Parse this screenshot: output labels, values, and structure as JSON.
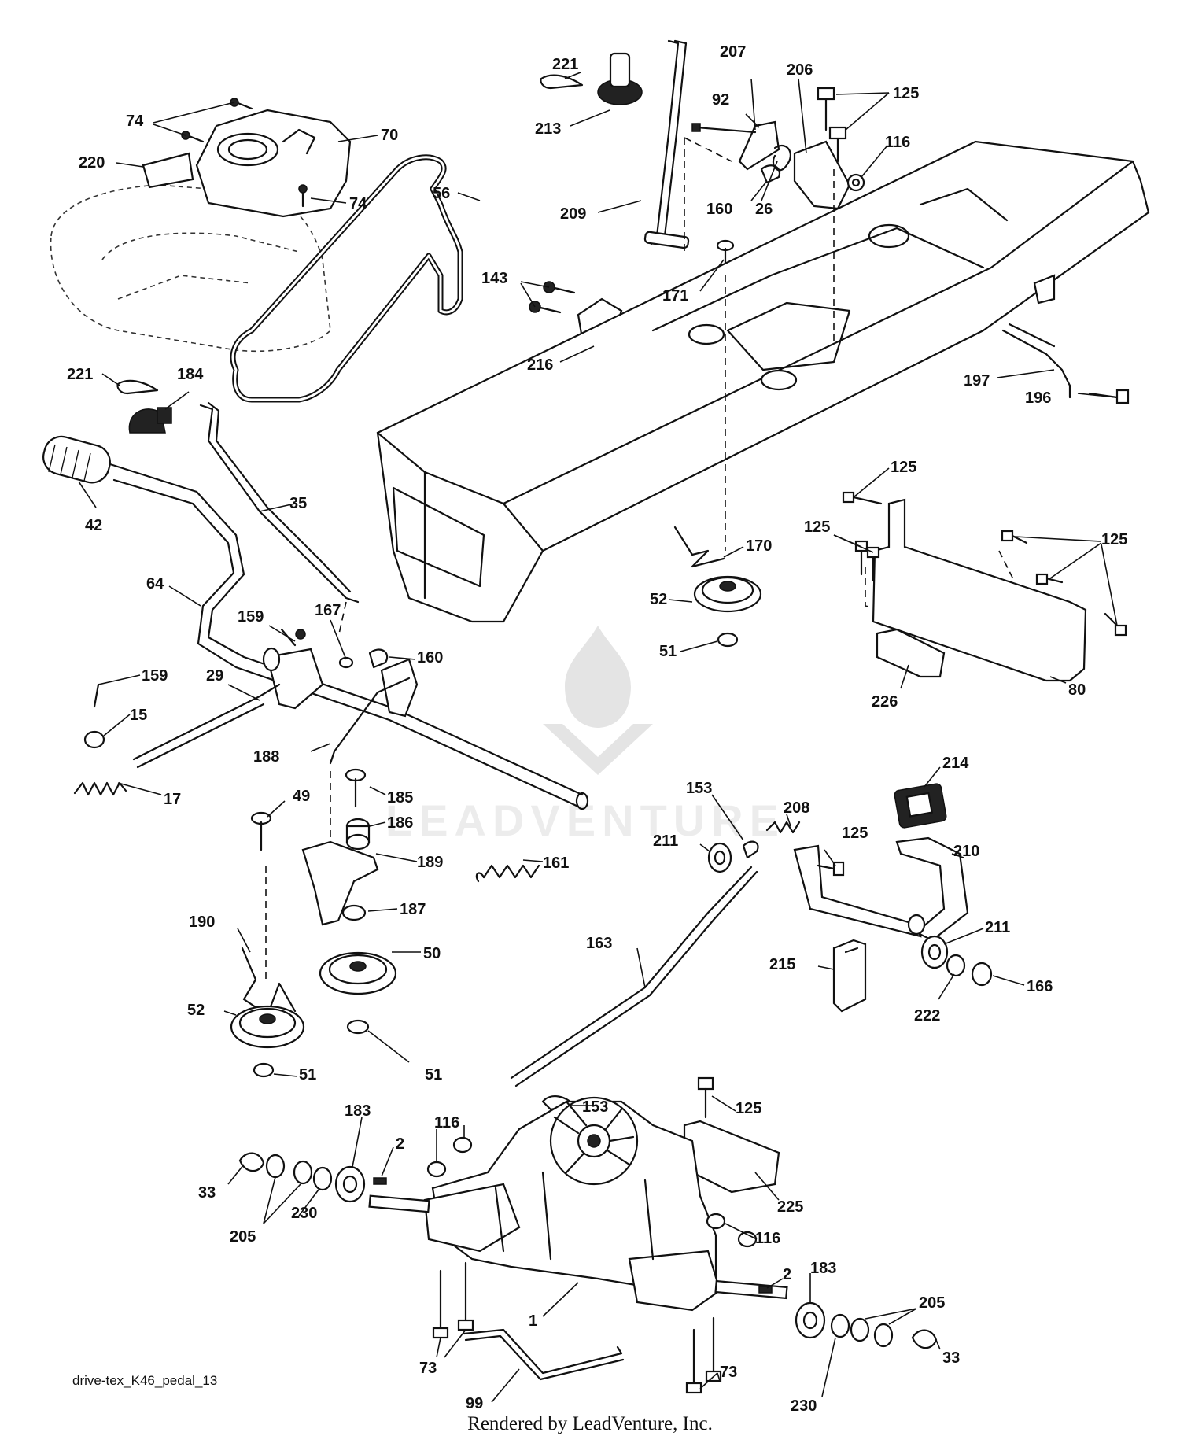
{
  "diagram": {
    "code": "drive-tex_K46_pedal_13",
    "credit": "Rendered by LeadVenture, Inc.",
    "watermark": "LEADVENTURE",
    "callouts": {
      "c221a": "221",
      "c213": "213",
      "c74a": "74",
      "c70": "70",
      "c220": "220",
      "c74b": "74",
      "c56": "56",
      "c209": "209",
      "c92": "92",
      "c207": "207",
      "c206": "206",
      "c125a": "125",
      "c116a": "116",
      "c160a": "160",
      "c26": "26",
      "c171": "171",
      "c143": "143",
      "c216": "216",
      "c197": "197",
      "c196": "196",
      "c221b": "221",
      "c184": "184",
      "c42": "42",
      "c35": "35",
      "c64": "64",
      "c159a": "159",
      "c167": "167",
      "c160b": "160",
      "c159b": "159",
      "c29": "29",
      "c15": "15",
      "c188": "188",
      "c17": "17",
      "c170": "170",
      "c52a": "52",
      "c51a": "51",
      "c125b": "125",
      "c125c": "125",
      "c125d": "125",
      "c226": "226",
      "c80": "80",
      "c49": "49",
      "c185": "185",
      "c186": "186",
      "c189": "189",
      "c161": "161",
      "c187": "187",
      "c190": "190",
      "c50": "50",
      "c52b": "52",
      "c51b": "51",
      "c51c": "51",
      "c153a": "153",
      "c208": "208",
      "c125e": "125",
      "c214": "214",
      "c211a": "211",
      "c210": "210",
      "c163": "163",
      "c211b": "211",
      "c215": "215",
      "c222": "222",
      "c166": "166",
      "c153b": "153",
      "c125f": "125",
      "c225": "225",
      "c183a": "183",
      "c116b": "116",
      "c2a": "2",
      "c33a": "33",
      "c205a": "205",
      "c230a": "230",
      "c116c": "116",
      "c183b": "183",
      "c2b": "2",
      "c205b": "205",
      "c33b": "33",
      "c1": "1",
      "c73a": "73",
      "c73b": "73",
      "c99": "99",
      "c230b": "230"
    }
  }
}
